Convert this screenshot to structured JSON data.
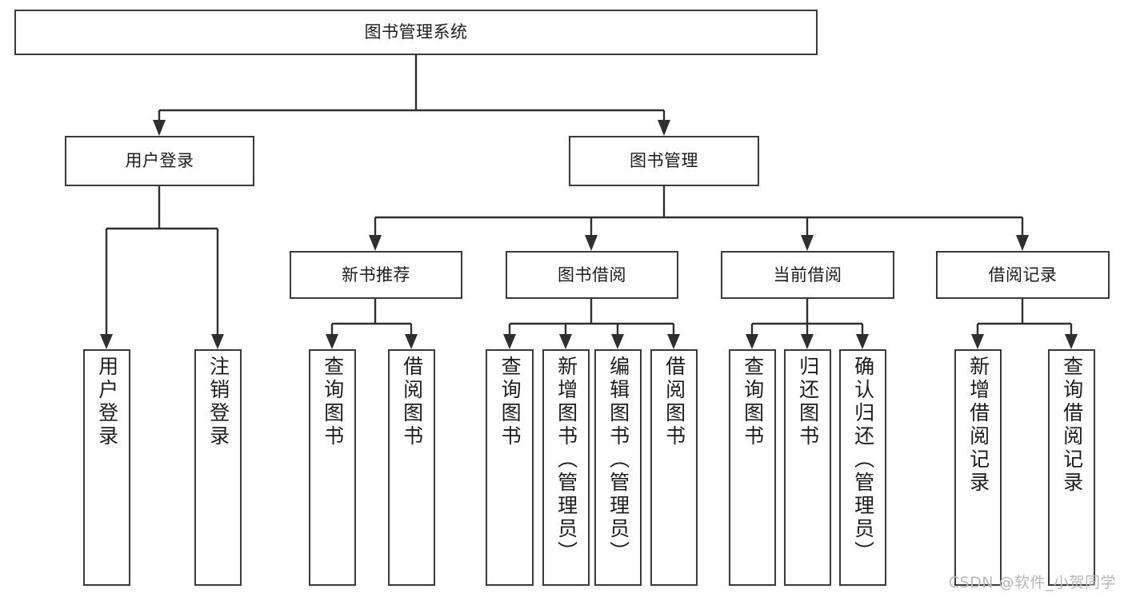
{
  "diagram": {
    "title": "图书管理系统",
    "type": "tree",
    "watermark": "CSDN @软件_小贺同学",
    "colors": {
      "box_border": "#3a3a3a",
      "box_fill": "#ffffff",
      "connector": "#2f2f2f",
      "text": "#1c1c1c",
      "watermark": "#b9b9b9",
      "background": "#ffffff"
    },
    "levels": {
      "root": "图书管理系统",
      "level2": [
        "用户登录",
        "图书管理"
      ],
      "level3": [
        "新书推荐",
        "图书借阅",
        "当前借阅",
        "借阅记录"
      ],
      "level4": [
        "用户登录",
        "注销登录",
        "查询图书",
        "借阅图书",
        "查询图书",
        "新增图书（管理员）",
        "编辑图书（管理员）",
        "借阅图书",
        "查询图书",
        "归还图书",
        "确认归还（管理员）",
        "新增借阅记录",
        "查询借阅记录"
      ]
    },
    "nodes": {
      "root": {
        "label": "图书管理系统"
      },
      "user_login": {
        "label": "用户登录"
      },
      "book_manage": {
        "label": "图书管理"
      },
      "new_book_rec": {
        "label": "新书推荐"
      },
      "book_borrow": {
        "label": "图书借阅"
      },
      "current_borrow": {
        "label": "当前借阅"
      },
      "borrow_record": {
        "label": "借阅记录"
      },
      "leaf_user_login": {
        "label": "用户登录"
      },
      "leaf_logout": {
        "label": "注销登录"
      },
      "leaf_query_book_1": {
        "label": "查询图书"
      },
      "leaf_borrow_book_1": {
        "label": "借阅图书"
      },
      "leaf_query_book_2": {
        "label": "查询图书"
      },
      "leaf_add_book": {
        "label": "新增图书（管理员）"
      },
      "leaf_edit_book": {
        "label": "编辑图书（管理员）"
      },
      "leaf_borrow_book_2": {
        "label": "借阅图书"
      },
      "leaf_query_book_3": {
        "label": "查询图书"
      },
      "leaf_return_book": {
        "label": "归还图书"
      },
      "leaf_confirm_return": {
        "label": "确认归还（管理员）"
      },
      "leaf_add_record": {
        "label": "新增借阅记录"
      },
      "leaf_query_record": {
        "label": "查询借阅记录"
      }
    },
    "edges": [
      {
        "from": "root",
        "to": "user_login"
      },
      {
        "from": "root",
        "to": "book_manage"
      },
      {
        "from": "user_login",
        "to": "leaf_user_login"
      },
      {
        "from": "user_login",
        "to": "leaf_logout"
      },
      {
        "from": "book_manage",
        "to": "new_book_rec"
      },
      {
        "from": "book_manage",
        "to": "book_borrow"
      },
      {
        "from": "book_manage",
        "to": "current_borrow"
      },
      {
        "from": "book_manage",
        "to": "borrow_record"
      },
      {
        "from": "new_book_rec",
        "to": "leaf_query_book_1"
      },
      {
        "from": "new_book_rec",
        "to": "leaf_borrow_book_1"
      },
      {
        "from": "book_borrow",
        "to": "leaf_query_book_2"
      },
      {
        "from": "book_borrow",
        "to": "leaf_add_book"
      },
      {
        "from": "book_borrow",
        "to": "leaf_edit_book"
      },
      {
        "from": "book_borrow",
        "to": "leaf_borrow_book_2"
      },
      {
        "from": "current_borrow",
        "to": "leaf_query_book_3"
      },
      {
        "from": "current_borrow",
        "to": "leaf_return_book"
      },
      {
        "from": "current_borrow",
        "to": "leaf_confirm_return"
      },
      {
        "from": "borrow_record",
        "to": "leaf_add_record"
      },
      {
        "from": "borrow_record",
        "to": "leaf_query_record"
      }
    ]
  }
}
